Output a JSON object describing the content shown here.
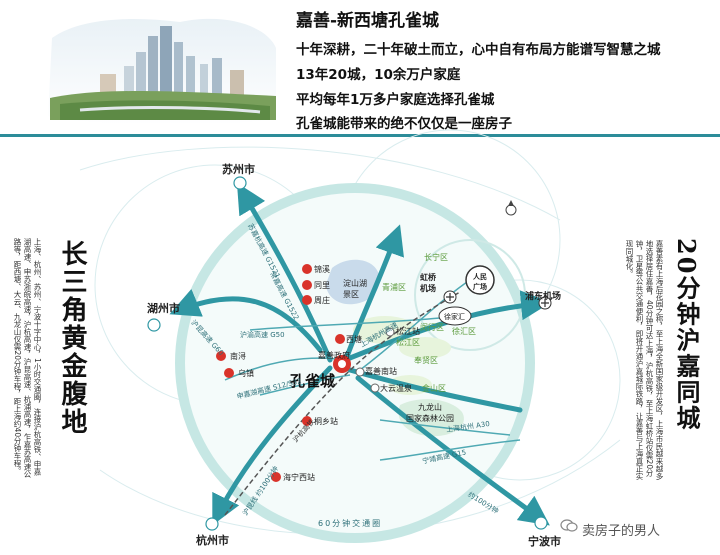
{
  "header": {
    "title": "嘉善-新西塘孔雀城",
    "taglines": [
      "十年深耕，二十年破土而立，心中自有布局方能谱写智慧之城",
      "13年20城，10余万户家庭",
      "平均每年1万多户家庭选择孔雀城",
      "孔雀城能带来的绝不仅仅是一座房子"
    ]
  },
  "left_panel": {
    "title": "长三角黄金腹地",
    "description": "上海、杭州、苏州、宁波十字中心，1小时交通圈，连接沪杭高铁、申嘉湖高速、申苏浙皖高速，沪杭高速，沪昆高速、杭浦高速，乍嘉苏高速公路等，距西塘、大云、九龙山仅需20分钟车程，距上海约40分钟车程。"
  },
  "right_panel": {
    "title": "20分钟沪嘉同城",
    "description": "嘉善素有上海后花园之称，至上海全新国家级开发区，上海市民越来越多地选择居住嘉善，40分钟可达上海，沪杭高铁，至上海虹桥站仅需20分钟，卫星等公共交通便利，即将开通沪嘉城际铁路，让嘉善与上海真正实现同城化。"
  },
  "map": {
    "center_label": "孔雀城",
    "cities": {
      "suzhou": "苏州市",
      "huzhou": "湖州市",
      "hangzhou": "杭州市",
      "ningbo": "宁波市",
      "pudong_airport": "浦东机场",
      "hongqiao": "虹桥\n机场",
      "people_square": "人民\n广场",
      "xujiahui": "徐家汇"
    },
    "places": {
      "jinxi": "锦溪",
      "tongli": "同里",
      "zhouzhuang": "周庄",
      "dianshan_lake": "淀山湖\n景区",
      "qingpu": "青浦区",
      "changning": "长宁区",
      "minhang": "闵行区",
      "xuhui": "徐汇区",
      "songjiang": "松江区",
      "songjiang_station": "松江站",
      "fengxian": "奉贤区",
      "xitang": "西塘",
      "jiashan_gov": "嘉善政府",
      "jiashan_south": "嘉善南站",
      "dayun": "大云温泉",
      "jinshan": "金山区",
      "jiulongshan": "九龙山\n国家森林公园",
      "nanxun": "南浔",
      "wuzhen": "乌镇",
      "tongxiang": "桐乡站",
      "haining_west": "海宁西站"
    },
    "roads": {
      "hu_yu": "沪渝高速 G50",
      "shen_jia_hu": "申嘉湖高速 S12/S32",
      "su_jia_hang": "苏嘉杭高速 G1521",
      "chang_jia": "常嘉高速 G1522",
      "hu_kun": "沪昆高速 G60",
      "shang_hang": "上海杭州高速",
      "hu_hang_rail": "沪杭高铁",
      "zha_jia_su": "乍嘉苏高速 S15",
      "hang_pu": "杭浦高速 S2",
      "hang_shang": "上海杭州 A30",
      "ning_jing": "宁靖高速 G15",
      "hangzhou_line": "沪昆线 约100分钟",
      "ningbo_line": "约100分钟",
      "time_ring": "60分钟交通圈",
      "hangzhou_dist": "约100分钟"
    }
  },
  "watermark": "卖房子的男人",
  "colors": {
    "accent": "#2c8c99",
    "arrow": "#3a9ea8",
    "ring": "#c6e7e4",
    "green_text": "#5a9a3a",
    "center_red": "#d9332a"
  }
}
